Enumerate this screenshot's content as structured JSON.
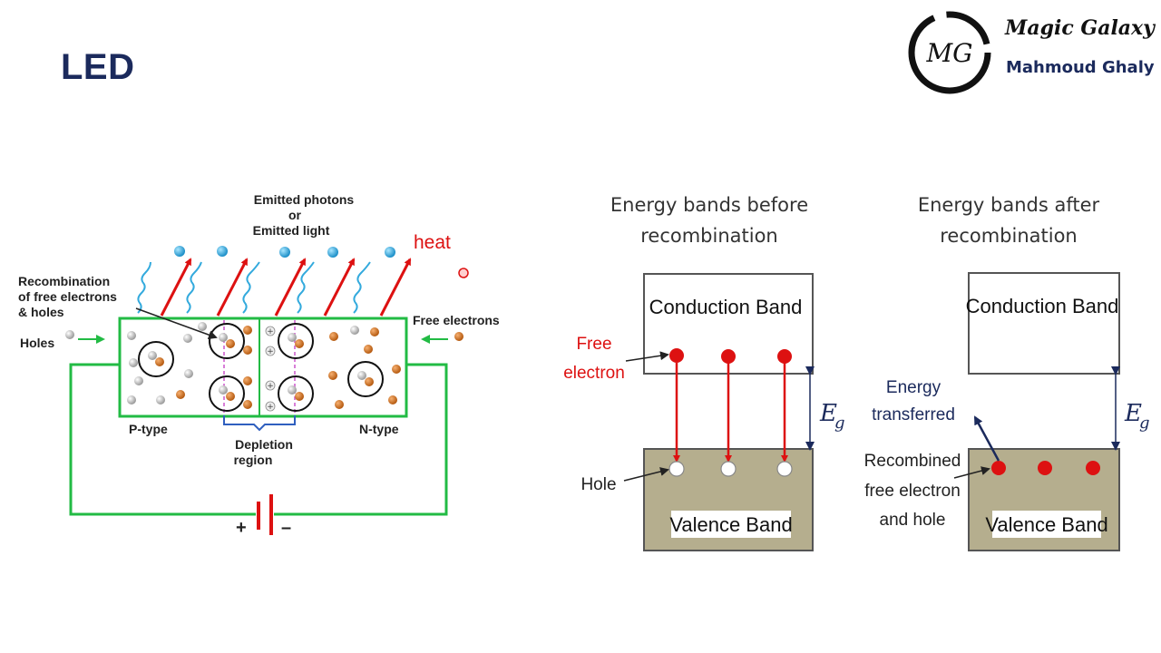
{
  "slide": {
    "title": "LED"
  },
  "logo": {
    "monogram": "MG",
    "brand": "Magic Galaxy",
    "author": "Mahmoud Ghaly"
  },
  "led_diagram": {
    "emitted_line1": "Emitted photons",
    "emitted_line2": "or",
    "emitted_line3": "Emitted light",
    "heat": "heat",
    "recomb_line1": "Recombination",
    "recomb_line2": "of free electrons",
    "recomb_line3": "& holes",
    "holes": "Holes",
    "free_electrons": "Free electrons",
    "p_type": "P-type",
    "n_type": "N-type",
    "depletion_line1": "Depletion",
    "depletion_line2": "region",
    "plus": "+",
    "minus": "–"
  },
  "bands_before": {
    "title_line1": "Energy bands before",
    "title_line2": "recombination",
    "conduction": "Conduction Band",
    "valence": "Valence Band",
    "free_line1": "Free",
    "free_line2": "electron",
    "hole": "Hole",
    "eg": "E",
    "eg_sub": "g"
  },
  "bands_after": {
    "title_line1": "Energy bands after",
    "title_line2": "recombination",
    "conduction": "Conduction Band",
    "valence": "Valence Band",
    "energy_line1": "Energy",
    "energy_line2": "transferred",
    "recombined_line1": "Recombined",
    "recombined_line2": "free electron",
    "recombined_line3": "and hole",
    "eg": "E",
    "eg_sub": "g"
  },
  "colors": {
    "title": "#1b2a5c",
    "circuit_wire": "#22bb44",
    "photon_wave": "#33aadd",
    "arrow_red": "#dd1111",
    "electron_dot": "#cc6611",
    "valence_fill": "#b5ae8e",
    "eg_arrow": "#1b2a5c"
  }
}
